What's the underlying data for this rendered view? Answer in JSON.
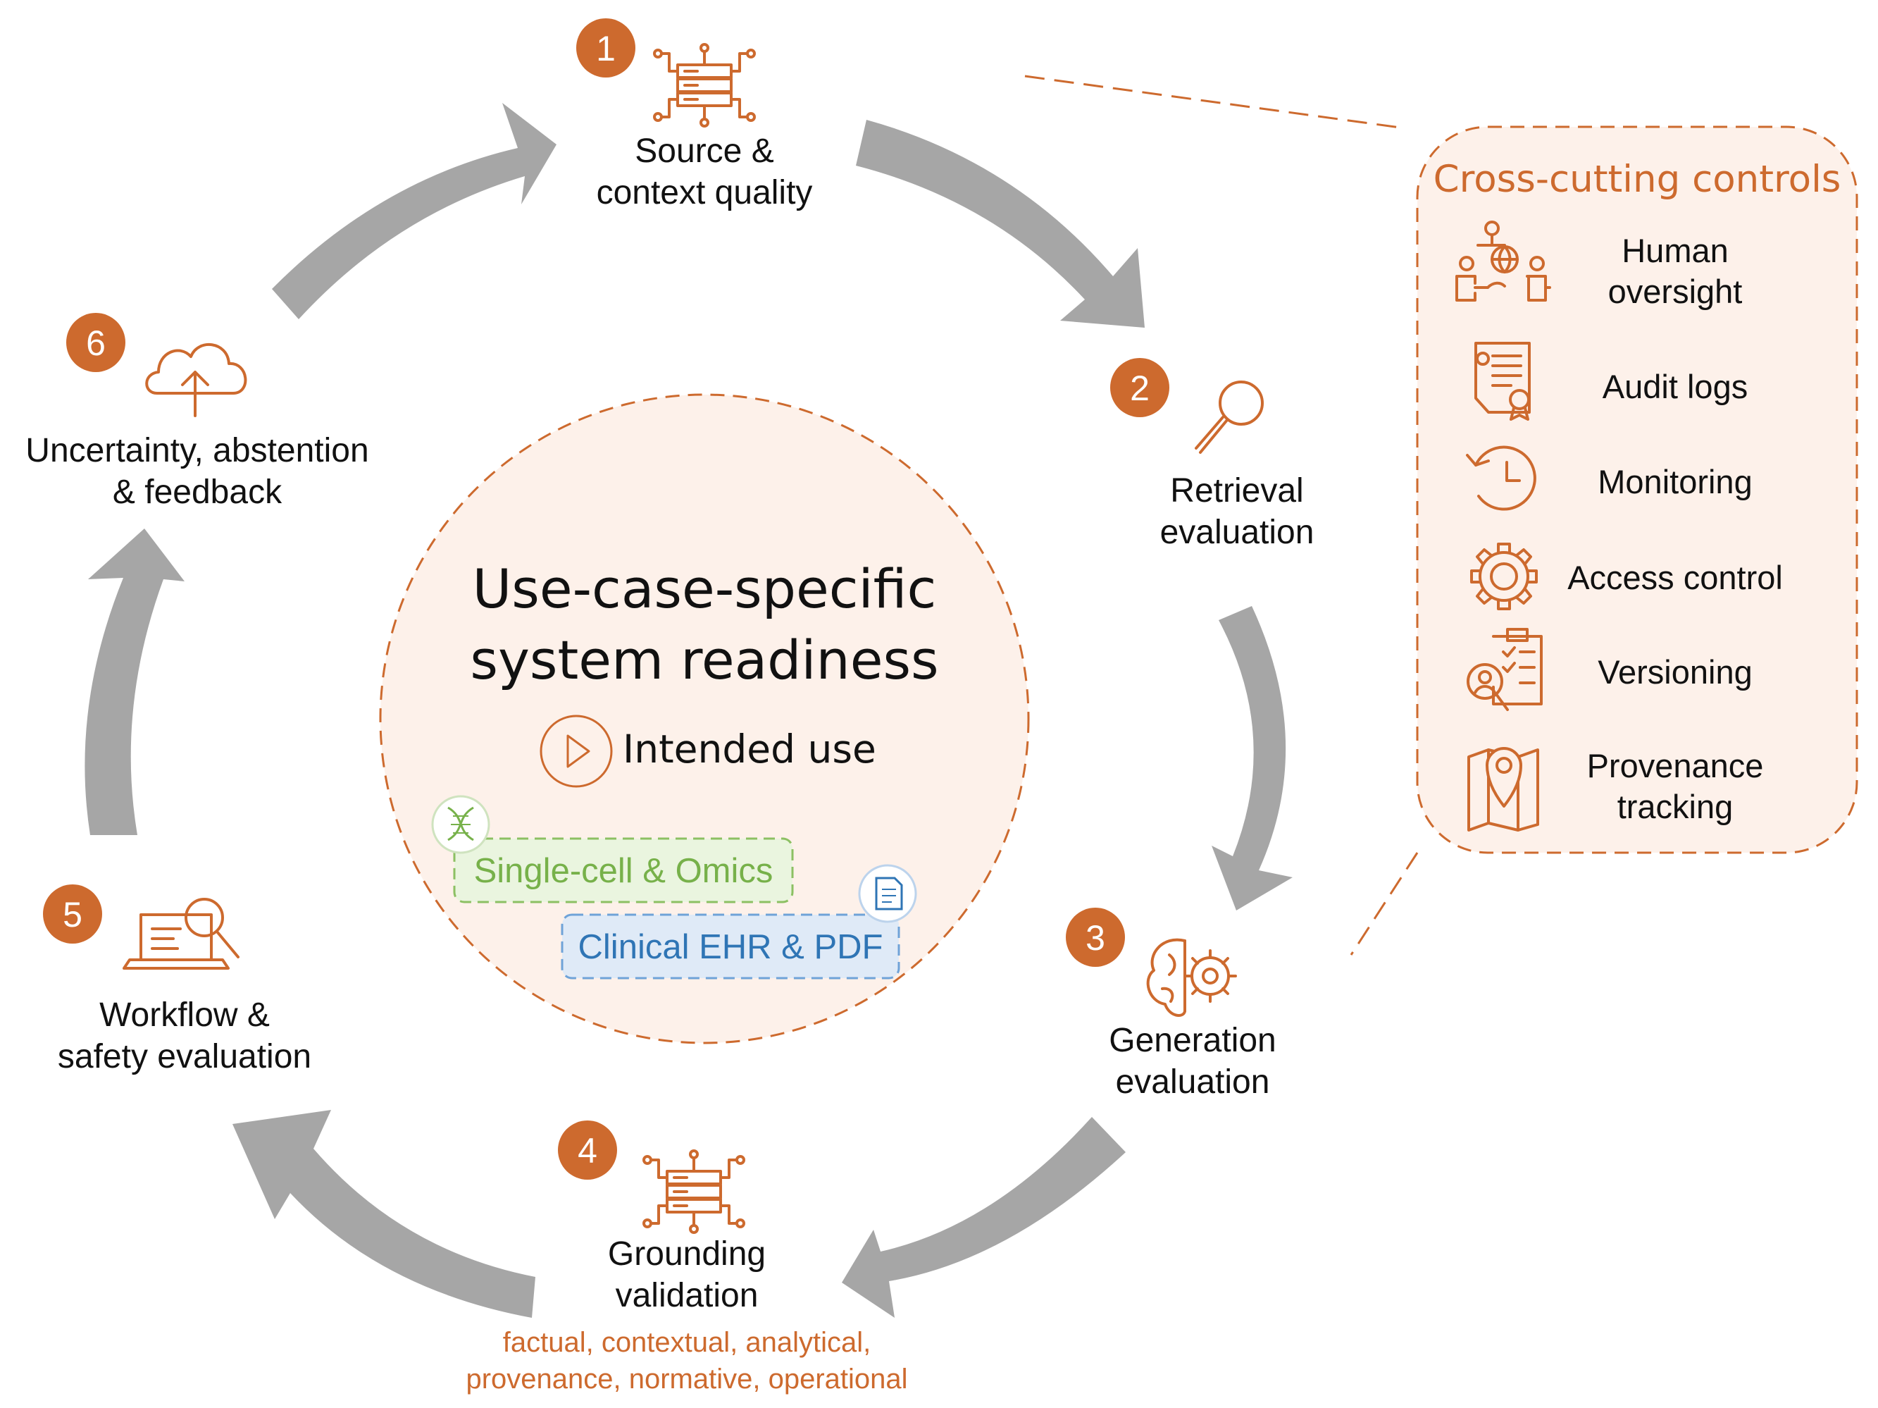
{
  "colors": {
    "accent": "#cd6a2e",
    "arrow": "#a6a6a6",
    "panel_fill": "#fdf1ea",
    "omics_green": "#77b14a",
    "clinical_blue": "#2f75b5"
  },
  "stages": [
    {
      "number": "1",
      "line1": "Source &",
      "line2": "context quality",
      "icon": "server-network-icon"
    },
    {
      "number": "2",
      "line1": "Retrieval",
      "line2": "evaluation",
      "icon": "magnifier-icon"
    },
    {
      "number": "3",
      "line1": "Generation",
      "line2": "evaluation",
      "icon": "brain-gear-icon"
    },
    {
      "number": "4",
      "line1": "Grounding",
      "line2": "validation",
      "icon": "server-network-icon",
      "detail1": "factual, contextual, analytical,",
      "detail2": "provenance, normative, operational"
    },
    {
      "number": "5",
      "line1": "Workflow &",
      "line2": "safety evaluation",
      "icon": "laptop-search-icon"
    },
    {
      "number": "6",
      "line1": "Uncertainty, abstention",
      "line2": "& feedback",
      "icon": "cloud-upload-icon"
    }
  ],
  "center": {
    "title1": "Use-case-specific",
    "title2": "system readiness",
    "intended_use": "Intended use",
    "tag_omics": "Single-cell & Omics",
    "tag_clinical": "Clinical EHR & PDF",
    "icons": [
      "play-icon",
      "dna-icon",
      "document-icon"
    ]
  },
  "controls": {
    "title": "Cross-cutting controls",
    "items": [
      {
        "line1": "Human",
        "line2": "oversight",
        "icon": "people-network-icon"
      },
      {
        "line1": "Audit logs",
        "line2": "",
        "icon": "certificate-icon"
      },
      {
        "line1": "Monitoring",
        "line2": "",
        "icon": "clock-icon"
      },
      {
        "line1": "Access control",
        "line2": "",
        "icon": "gear-icon"
      },
      {
        "line1": "Versioning",
        "line2": "",
        "icon": "clipboard-search-icon"
      },
      {
        "line1": "Provenance",
        "line2": "tracking",
        "icon": "map-pin-icon"
      }
    ]
  }
}
